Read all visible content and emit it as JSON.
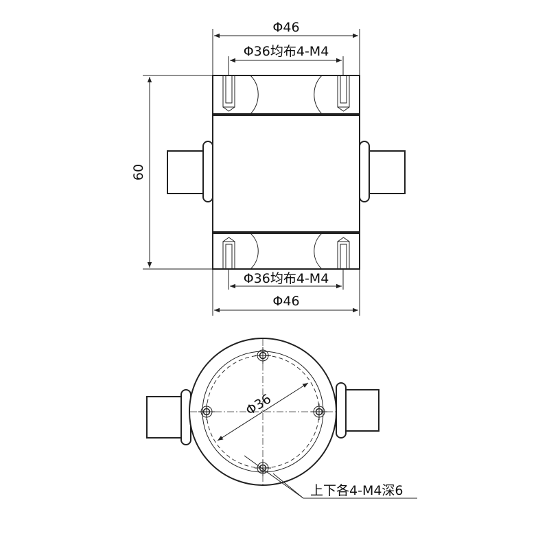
{
  "front_view": {
    "top_outer_dia_label": "Φ46",
    "top_bolt_circle_label": "Φ36均布4-M4",
    "height_label": "60",
    "bottom_bolt_circle_label": "Φ36均布4-M4",
    "bottom_outer_dia_label": "Φ46"
  },
  "top_view": {
    "bolt_circle_label": "Φ36",
    "thread_note_label": "上下各4-M4深6"
  }
}
